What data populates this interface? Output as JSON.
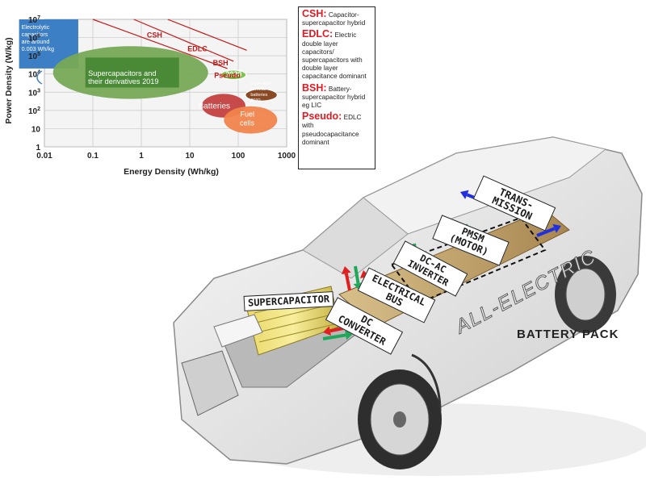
{
  "chart_data": {
    "type": "region",
    "xlabel": "Energy Density (Wh/kg)",
    "ylabel": "Power Density (W/kg)",
    "xscale": "log",
    "yscale": "log",
    "xlim": [
      0.01,
      1000
    ],
    "ylim": [
      1,
      10000000
    ],
    "x_ticks": [
      "0.01",
      "0.1",
      "1",
      "10",
      "100",
      "1000"
    ],
    "y_ticks": [
      {
        "base": "1",
        "exp": ""
      },
      {
        "base": "10",
        "exp": ""
      },
      {
        "base": "10",
        "exp": "2"
      },
      {
        "base": "10",
        "exp": "3"
      },
      {
        "base": "10",
        "exp": "4"
      },
      {
        "base": "10",
        "exp": "5"
      },
      {
        "base": "10",
        "exp": "6"
      },
      {
        "base": "10",
        "exp": "7"
      }
    ],
    "grid": true,
    "regions": [
      {
        "label": "Electrolytic capacitors are around 0.003 Wh/kg",
        "shape": "rect",
        "x": [
          0.003,
          0.05
        ],
        "y": [
          20000,
          10000000
        ],
        "color": "#3d7fc4"
      },
      {
        "label": "Supercapacitors and their derivatives 2019",
        "shape": "ellipse",
        "cx": 0.6,
        "cy": 12000,
        "rx_decades": 1.6,
        "ry_decades": 1.45,
        "color": "#77a956"
      },
      {
        "label": "Batteries",
        "shape": "ellipse",
        "cx": 50,
        "cy": 180,
        "rx_decades": 0.45,
        "ry_decades": 0.65,
        "color": "#c44040"
      },
      {
        "label": "Fuel cells",
        "shape": "ellipse",
        "cx": 180,
        "cy": 30,
        "rx_decades": 0.55,
        "ry_decades": 0.75,
        "color": "#f0844c"
      },
      {
        "label": "2030",
        "shape": "circle",
        "cx": 80,
        "cy": 9000,
        "r_decades": 0.26,
        "color": "#7cc64f"
      },
      {
        "label": "Li ion and Li metal batteries 2030",
        "shape": "circle",
        "cx": 300,
        "cy": 700,
        "r_decades": 0.33,
        "color": "#8a4a26"
      }
    ],
    "annotations": [
      {
        "text": "CSH",
        "x": 1.3,
        "y": 1000000
      },
      {
        "text": "EDLC",
        "x": 9,
        "y": 180000
      },
      {
        "text": "BSH",
        "x": 30,
        "y": 30000
      },
      {
        "text": "Pseudo",
        "x": 32,
        "y": 6000
      }
    ]
  },
  "legend": {
    "items": [
      {
        "key": "CSH",
        "desc": "Capacitor-supercapacitor hybrid"
      },
      {
        "key": "EDLC",
        "desc": "Electric double layer capacitors/ supercapacitors with double layer capacitance dominant"
      },
      {
        "key": "BSH",
        "desc": "Battery-supercapacitor hybrid eg LIC"
      },
      {
        "key": "Pseudo",
        "desc": "EDLC with pseudocapacitance dominant"
      }
    ]
  },
  "vehicle": {
    "labels": {
      "supercapacitor": "SUPERCAPACITOR",
      "transmission": "TRANS-\nMISSION",
      "pmsm": "PMSM\n(MOTOR)",
      "inverter": "DC-AC\nINVERTER",
      "bus": "ELECTRICAL\nBUS",
      "converter": "DC\nCONVERTER",
      "battery_pack": "BATTERY PACK",
      "badge": "ALL-ELECTRIC"
    },
    "colors": {
      "to_arrow": "#e02020",
      "from_arrow": "#1fa85a",
      "side_arrow": "#2030e0",
      "body": "#e8e8e8"
    }
  }
}
